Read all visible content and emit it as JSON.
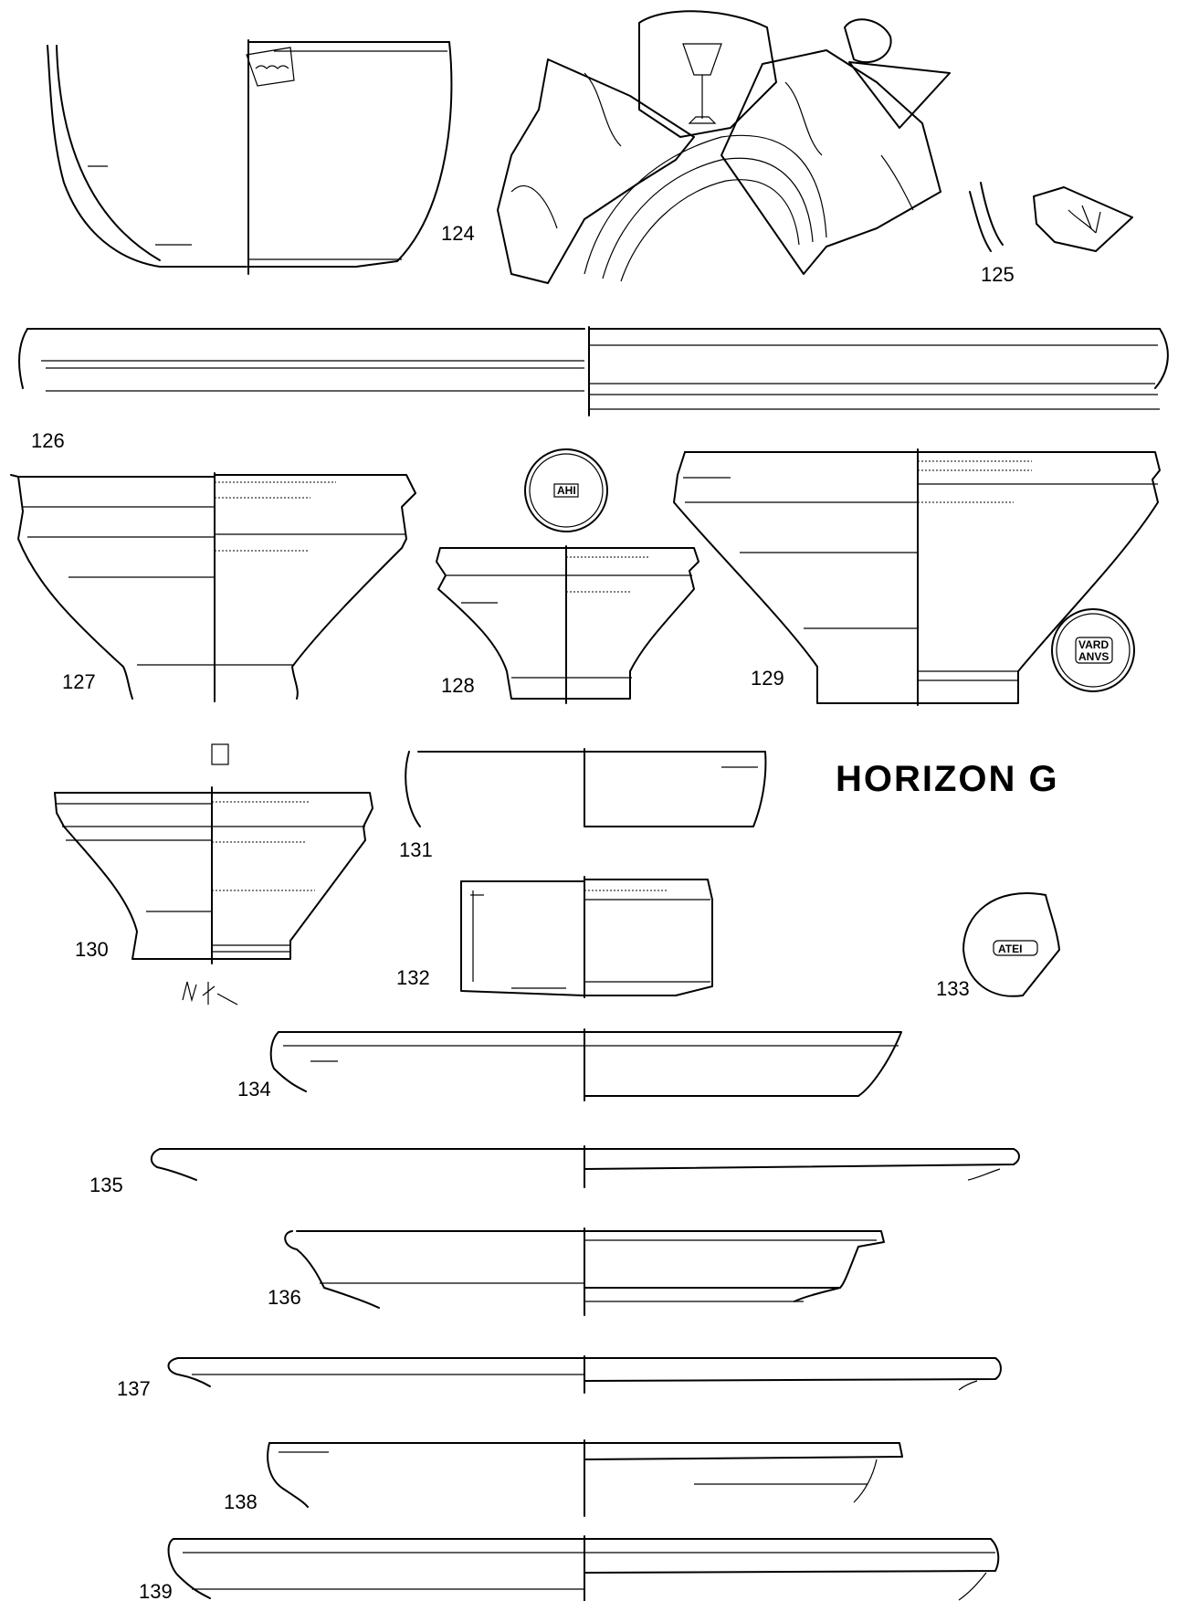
{
  "title": "HORIZON G",
  "figures": [
    {
      "id": "124",
      "label": "124"
    },
    {
      "id": "125",
      "label": "125"
    },
    {
      "id": "126",
      "label": "126"
    },
    {
      "id": "127",
      "label": "127"
    },
    {
      "id": "128",
      "label": "128"
    },
    {
      "id": "129",
      "label": "129"
    },
    {
      "id": "130",
      "label": "130"
    },
    {
      "id": "131",
      "label": "131"
    },
    {
      "id": "132",
      "label": "132"
    },
    {
      "id": "133",
      "label": "133"
    },
    {
      "id": "134",
      "label": "134"
    },
    {
      "id": "135",
      "label": "135"
    },
    {
      "id": "136",
      "label": "136"
    },
    {
      "id": "137",
      "label": "137"
    },
    {
      "id": "138",
      "label": "138"
    },
    {
      "id": "139",
      "label": "139"
    }
  ],
  "stamps": {
    "s128": "AHI",
    "s129_line1": "VARD",
    "s129_line2": "ANVS",
    "s133": "ATEI"
  }
}
